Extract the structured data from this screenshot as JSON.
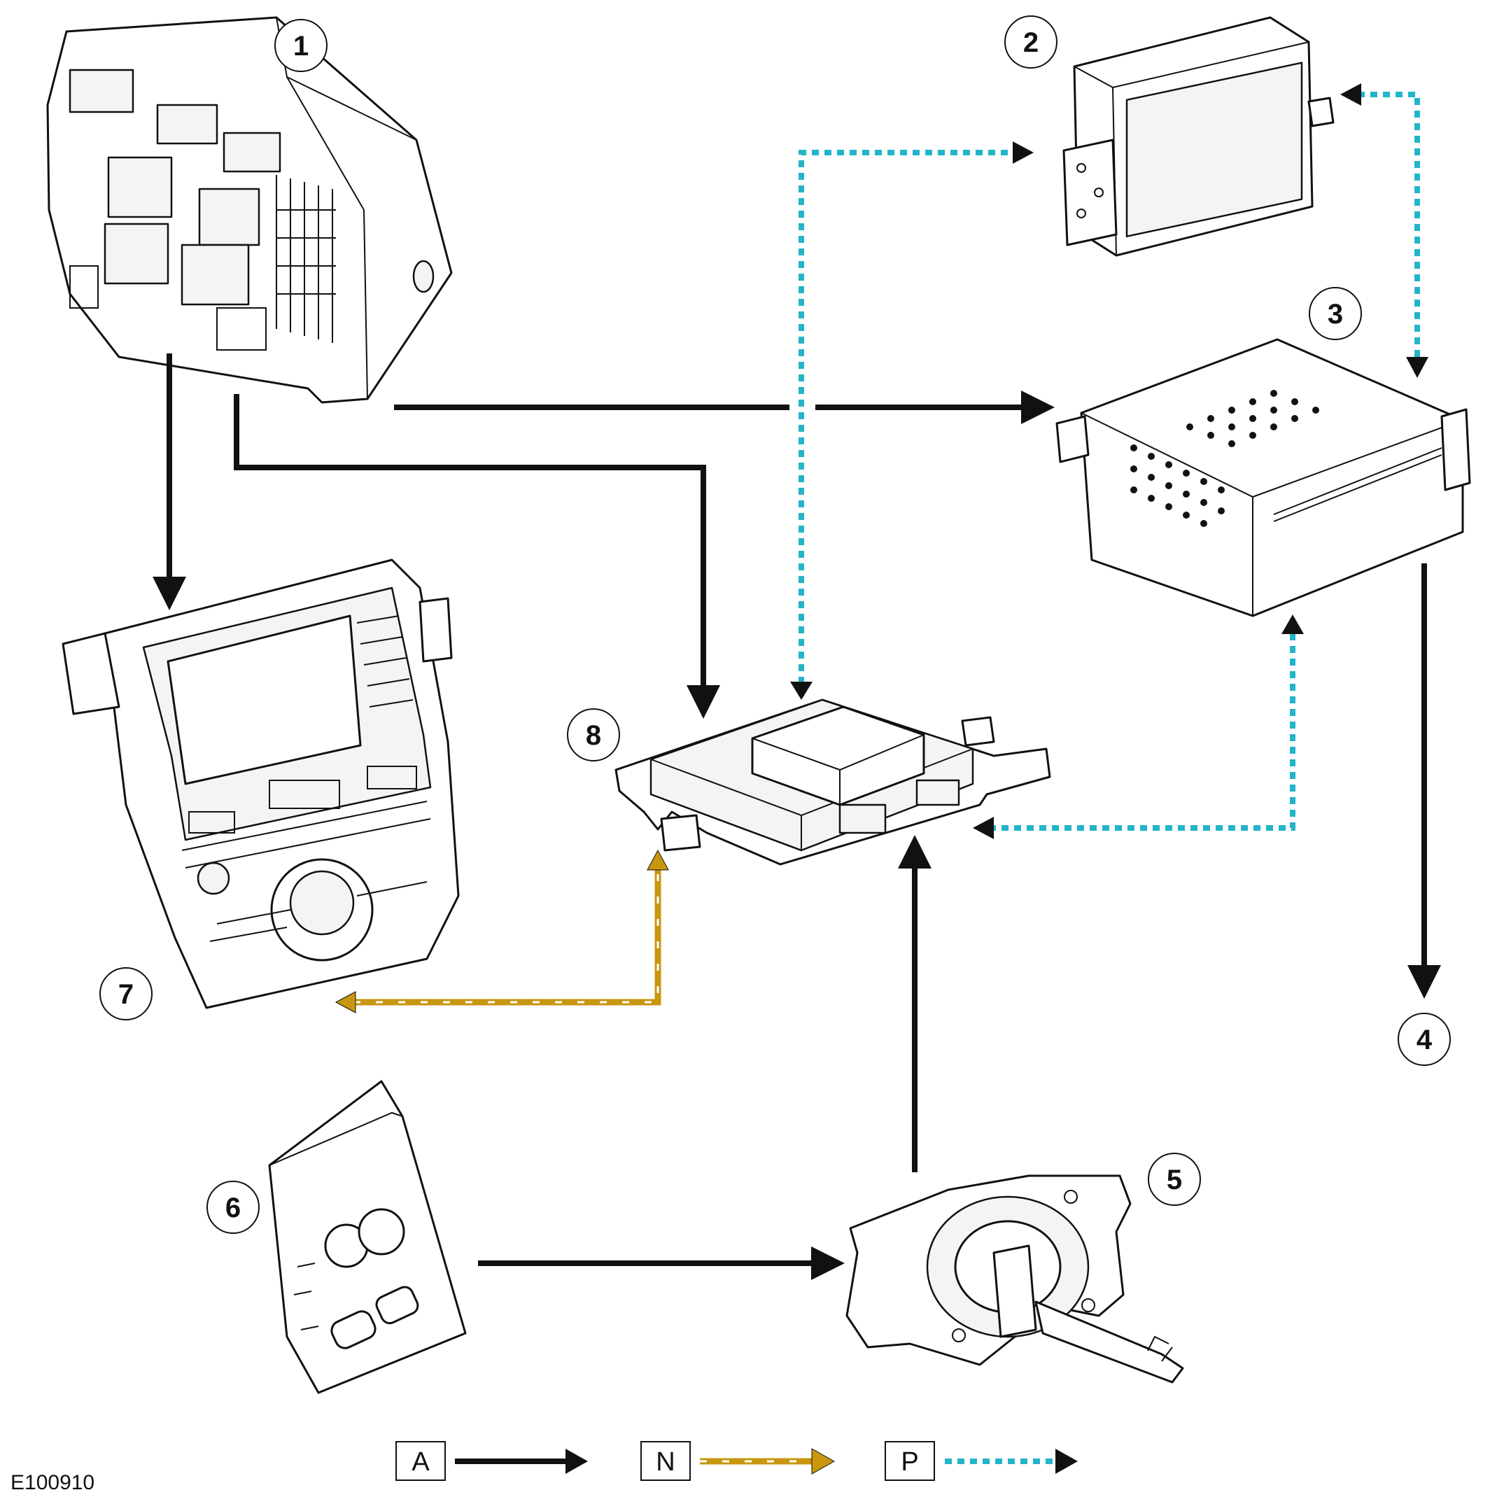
{
  "reference": "E100910",
  "components": [
    {
      "id": "1"
    },
    {
      "id": "2"
    },
    {
      "id": "3"
    },
    {
      "id": "4"
    },
    {
      "id": "5"
    },
    {
      "id": "6"
    },
    {
      "id": "7"
    },
    {
      "id": "8"
    }
  ],
  "legend": [
    {
      "key": "A",
      "line_style": "solid",
      "color": "#111111"
    },
    {
      "key": "N",
      "line_style": "dashed",
      "color": "#c8960f"
    },
    {
      "key": "P",
      "line_style": "dotted",
      "color": "#22b5c9"
    }
  ],
  "connections": [
    {
      "from": "1",
      "to": "7",
      "type": "A"
    },
    {
      "from": "1",
      "to": "8",
      "type": "A"
    },
    {
      "from": "1",
      "to": "3",
      "type": "A"
    },
    {
      "from": "3",
      "to": "4",
      "type": "A"
    },
    {
      "from": "5",
      "to": "8",
      "type": "A"
    },
    {
      "from": "6",
      "to": "5",
      "type": "A"
    },
    {
      "from": "8",
      "to": "2",
      "type": "P"
    },
    {
      "from": "2",
      "to": "3",
      "type": "P"
    },
    {
      "from": "3",
      "to": "8",
      "type": "P"
    },
    {
      "from": "7",
      "to": "8",
      "type": "N"
    }
  ],
  "colors": {
    "wire_a": "#111111",
    "wire_n": "#c8960f",
    "wire_p": "#22b5c9"
  }
}
